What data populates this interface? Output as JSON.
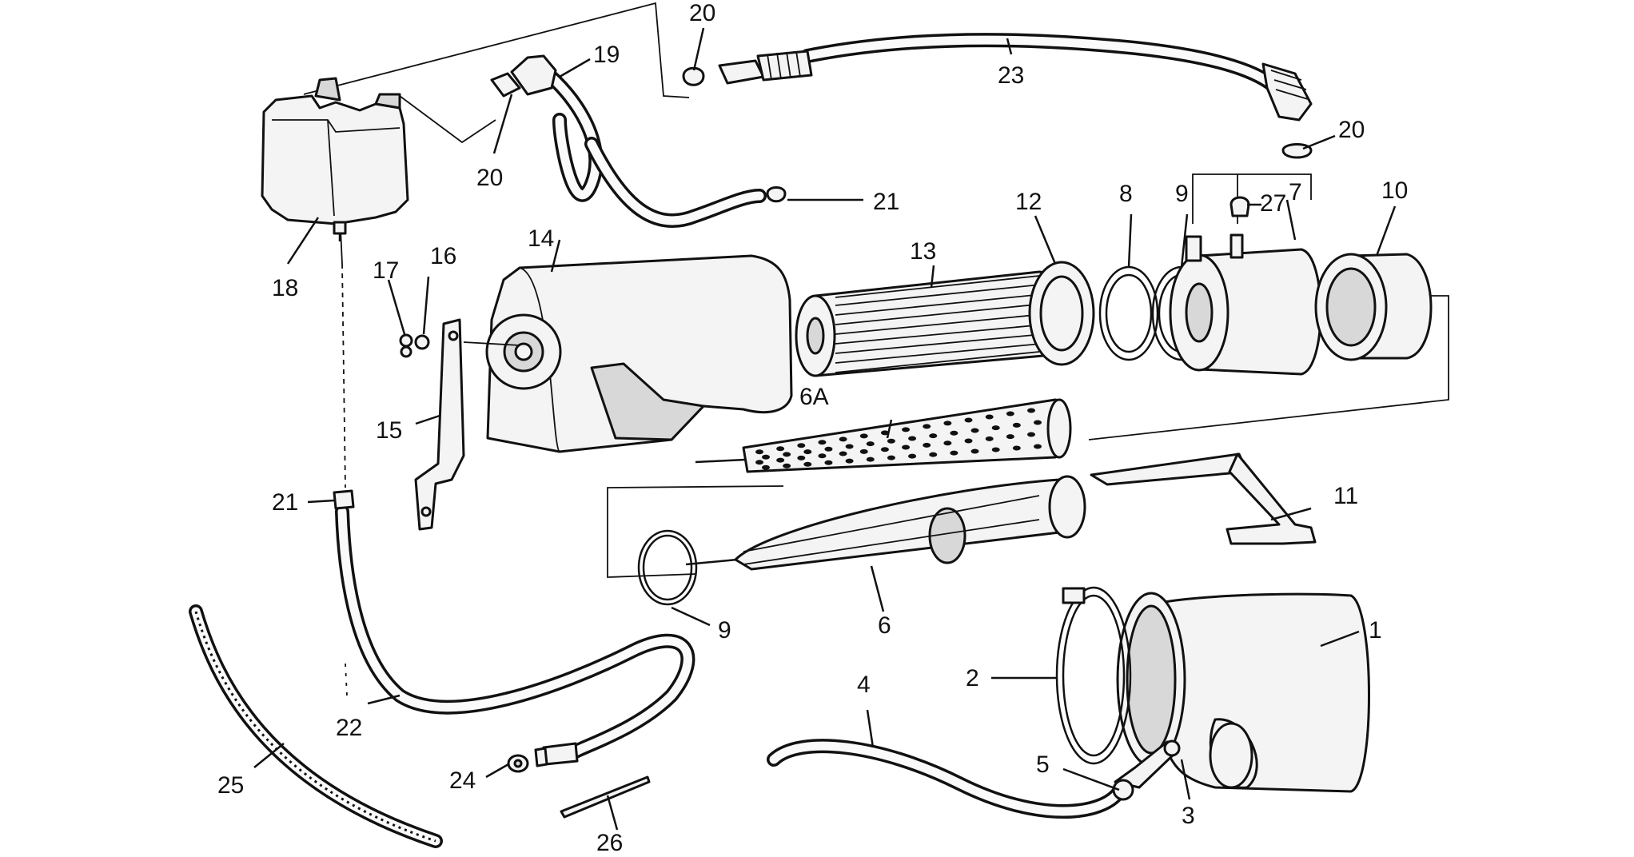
{
  "callouts": {
    "p1": "1",
    "p2": "2",
    "p3": "3",
    "p4": "4",
    "p5": "5",
    "p6": "6",
    "p6a": "6A",
    "p7": "7",
    "p8": "8",
    "p9a": "9",
    "p9b": "9",
    "p10": "10",
    "p11": "11",
    "p12": "12",
    "p13": "13",
    "p14": "14",
    "p15": "15",
    "p16": "16",
    "p17": "17",
    "p18": "18",
    "p19": "19",
    "p20a": "20",
    "p20b": "20",
    "p20c": "20",
    "p21a": "21",
    "p21b": "21",
    "p22": "22",
    "p23": "23",
    "p24": "24",
    "p25": "25",
    "p26": "26",
    "p27": "27"
  },
  "colors": {
    "ink": "#111111",
    "paper": "#ffffff"
  }
}
